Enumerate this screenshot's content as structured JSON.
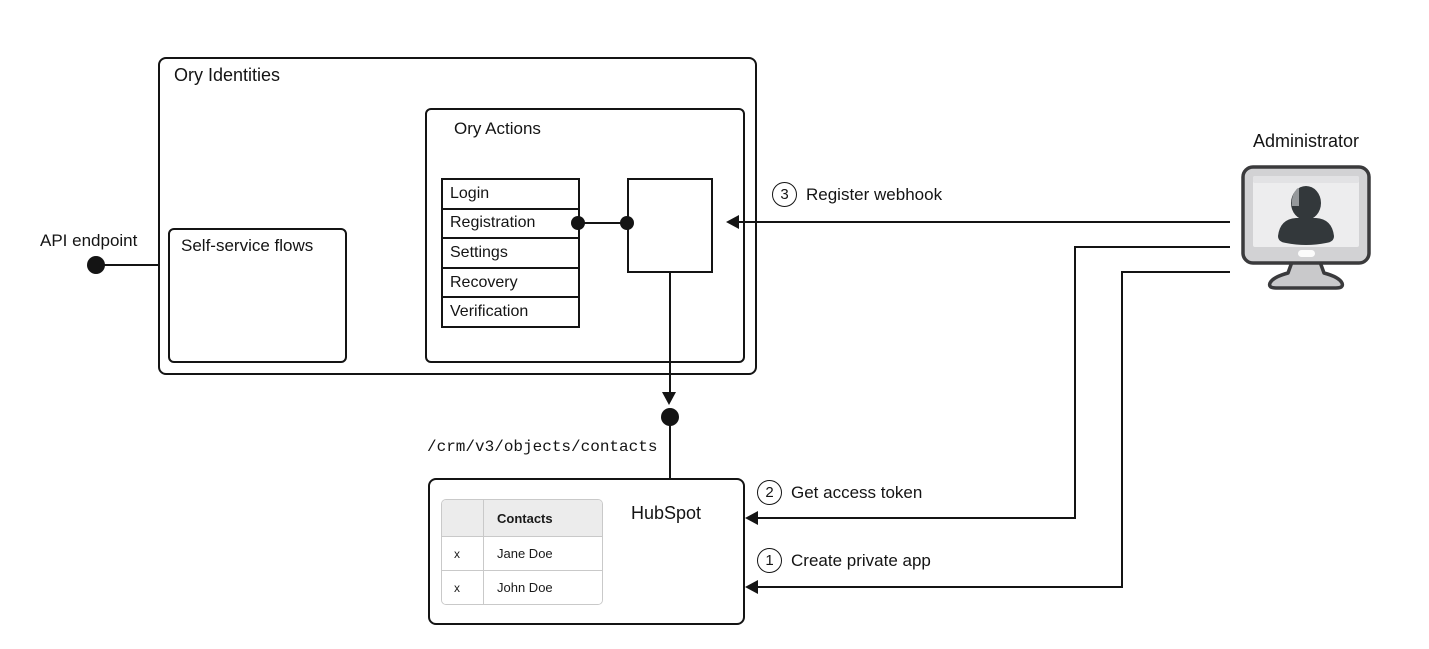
{
  "diagram": {
    "api_endpoint": {
      "label": "API endpoint"
    },
    "ory_identities": {
      "title": "Ory Identities",
      "self_service_flows": {
        "title": "Self-service flows"
      },
      "ory_actions": {
        "title": "Ory Actions",
        "flows": [
          "Login",
          "Registration",
          "Settings",
          "Recovery",
          "Verification"
        ]
      }
    },
    "webhook_endpoint_path": "/crm/v3/objects/contacts",
    "hubspot": {
      "title": "HubSpot",
      "contacts_table": {
        "headers": [
          "",
          "Contacts"
        ],
        "rows": [
          [
            "x",
            "Jane Doe"
          ],
          [
            "x",
            "John Doe"
          ]
        ]
      }
    },
    "administrator": {
      "label": "Administrator"
    },
    "steps": [
      {
        "number": "1",
        "label": "Create private app"
      },
      {
        "number": "2",
        "label": "Get access token"
      },
      {
        "number": "3",
        "label": "Register webhook"
      }
    ],
    "colors": {
      "line": "#141414",
      "background": "#ffffff",
      "table_header_bg": "#ececec",
      "table_border": "#c9c9c9",
      "monitor_body": "#d2d2d4",
      "monitor_screen": "#ededee",
      "silhouette": "#33383b"
    }
  }
}
